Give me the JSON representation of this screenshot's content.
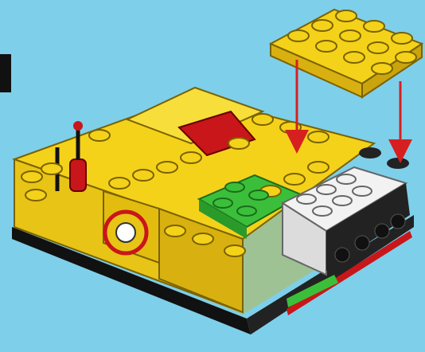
{
  "instruction": {
    "step_marker": "",
    "arrow_color": "#d62020"
  },
  "colors": {
    "background": "#7ecfea",
    "brick_yellow": "#f4d21a",
    "brick_red": "#c8161a",
    "brick_green": "#3bbf3b",
    "brick_white": "#f2f2f2",
    "brick_black": "#1a1a1a"
  },
  "parts": [
    "yellow-plate-2x4",
    "yellow-vehicle-body",
    "red-lever",
    "green-plate",
    "white-wheel-holder",
    "black-axle-blocks",
    "red-side-strip",
    "gear-sticker"
  ]
}
